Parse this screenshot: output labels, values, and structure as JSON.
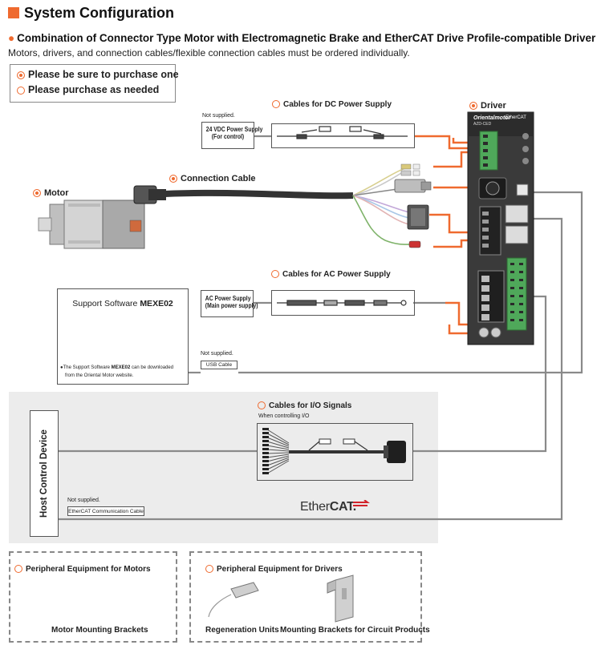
{
  "header": {
    "title": "System Configuration",
    "subtitle": "Combination of Connector Type Motor with Electromagnetic Brake and EtherCAT Drive Profile-compatible Driver",
    "note": "Motors, drivers, and connection cables/flexible connection cables must be ordered individually."
  },
  "legend": {
    "required": "Please be sure to purchase one",
    "optional": "Please purchase as needed"
  },
  "components": {
    "driver": "Driver",
    "motor": "Motor",
    "connection_cable": "Connection Cable",
    "dc_cables": "Cables for DC Power Supply",
    "ac_cables": "Cables for AC Power Supply",
    "io_cables": "Cables for I/O Signals",
    "io_note": "When controlling I/O"
  },
  "not_supplied": {
    "dc_label": "Not supplied.",
    "dc_supply_line1": "24 VDC Power Supply",
    "dc_supply_line2": "(For control)",
    "ac_supply_line1": "AC Power Supply",
    "ac_supply_line2": "(Main power supply)",
    "usb_label": "Not supplied.",
    "usb_cable": "USB Cable",
    "ecat_label": "Not supplied.",
    "ecat_cable": "EtherCAT Communication Cable"
  },
  "software": {
    "title_prefix": "Support Software",
    "title_name": "MEXE02",
    "note_prefix": "●The Support Software",
    "note_name": "MEXE02",
    "note_suffix": "can be downloaded",
    "note_line2": "from the Oriental Motor website."
  },
  "host": {
    "label": "Host Control Device"
  },
  "ethercat_logo": {
    "text1": "Ether",
    "text2": "CAT."
  },
  "driver_panel": {
    "brand": "Orientalmotor",
    "brand2": "EtherCAT",
    "model": "AZD-CED"
  },
  "peripherals": {
    "motors_title": "Peripheral Equipment for Motors",
    "motors_item": "Motor Mounting Brackets",
    "drivers_title": "Peripheral Equipment for Drivers",
    "drivers_item1": "Regeneration Units",
    "drivers_item2": "Mounting Brackets for Circuit Products"
  },
  "colors": {
    "accent": "#ef6a2f",
    "wire": "#888888",
    "host_bg": "#ececec"
  }
}
